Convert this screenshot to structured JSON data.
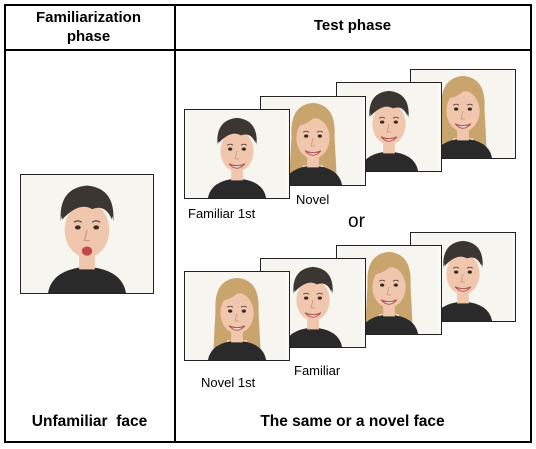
{
  "headers": {
    "familiarization": "Familiarization phase",
    "test": "Test phase"
  },
  "footers": {
    "left": "Unfamiliar  face",
    "right": "The same or a novel face"
  },
  "labels": {
    "familiar_first": "Familiar 1st",
    "novel": "Novel",
    "or": "or",
    "novel_first": "Novel 1st",
    "familiar": "Familiar"
  },
  "faces": {
    "familiar_expression": "kiss",
    "familiar_hair": "#3c3632",
    "novel_hair": "#c9a46c",
    "skin": "#f0c7ad",
    "shirt": "#2a2a2a"
  }
}
